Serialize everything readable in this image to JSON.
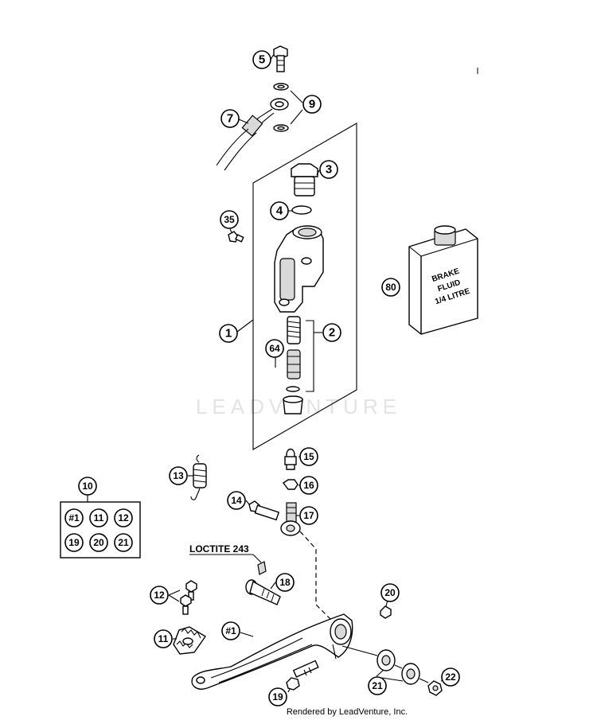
{
  "watermark": "LEADVENTURE",
  "footer": "Rendered by LeadVenture, Inc.",
  "loctite_label": "LOCTITE 243",
  "fluid_can": {
    "line1": "BRAKE",
    "line2": "FLUID",
    "line3": "1/4 LITRE"
  },
  "kit": {
    "number": "10",
    "contents": [
      "#1",
      "11",
      "12",
      "19",
      "20",
      "21"
    ]
  },
  "callouts": {
    "c5": "5",
    "c9": "9",
    "c7": "7",
    "c3": "3",
    "c4": "4",
    "c35": "35",
    "c80": "80",
    "c1": "1",
    "c2": "2",
    "c64": "64",
    "c15": "15",
    "c16": "16",
    "c13": "13",
    "c14": "14",
    "c17": "17",
    "c18": "18",
    "c12": "12",
    "c20": "20",
    "c11": "11",
    "c1b": "#1",
    "c21": "21",
    "c22": "22",
    "c19": "19"
  }
}
